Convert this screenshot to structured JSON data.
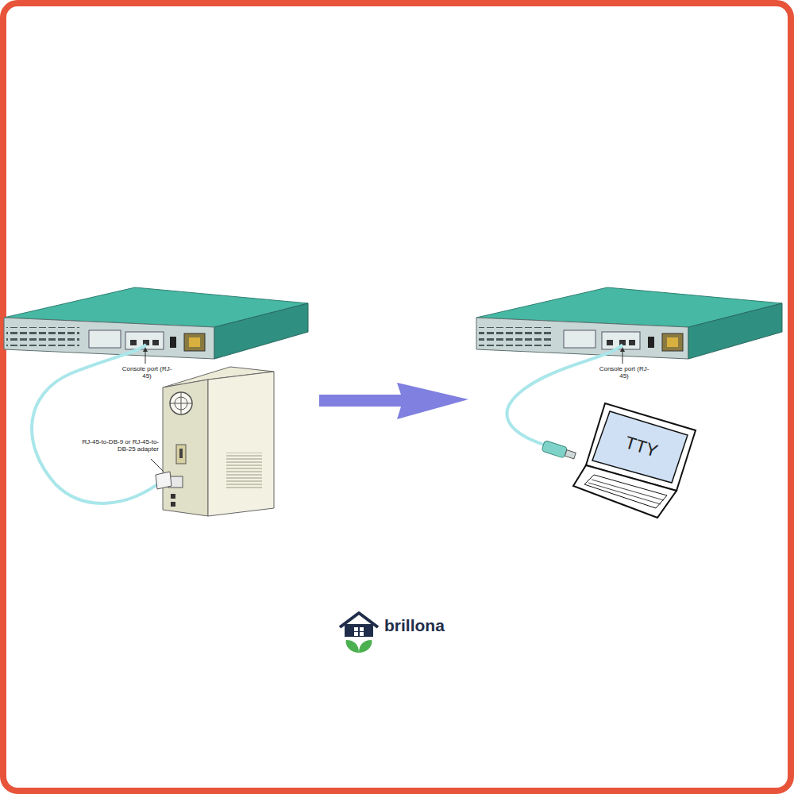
{
  "diagram": {
    "nodes": [
      {
        "text": [
          "TTY"
        ]
      }
    ],
    "labels": [
      "Console port (RJ-45)",
      "RJ-45-to-DB-9 or RJ-45-to-DB-25 adapter",
      "Console port (RJ-45)",
      "brillona"
    ]
  }
}
